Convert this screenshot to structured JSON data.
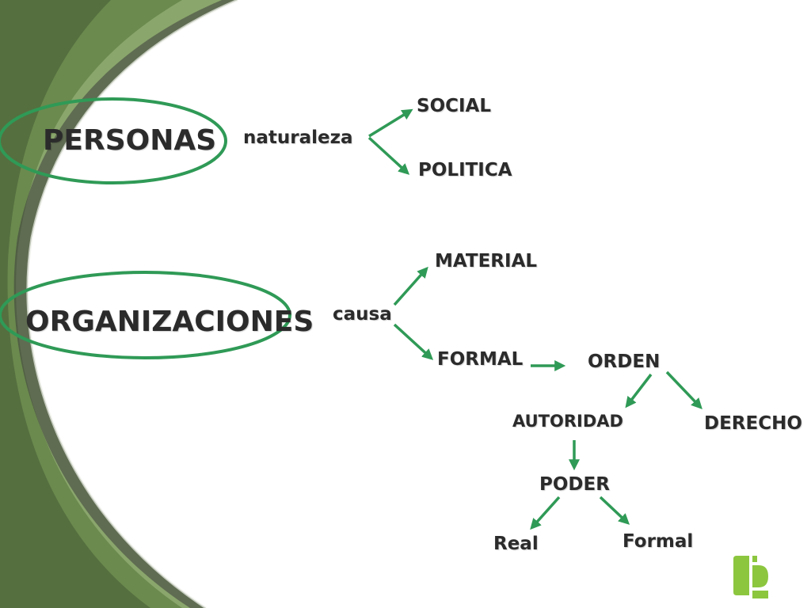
{
  "colors": {
    "accent_green": "#2f9a56",
    "dark_green": "#556f3f",
    "mid_green": "#6b8a4e",
    "light_green": "#8aa66c",
    "logo_green": "#8cc63f",
    "text": "#2b2b2b"
  },
  "diagram": {
    "personas": {
      "title": "PERSONAS",
      "relation": "naturaleza",
      "branches": [
        "SOCIAL",
        "POLITICA"
      ]
    },
    "organizaciones": {
      "title": "ORGANIZACIONES",
      "relation": "causa",
      "branches": [
        "MATERIAL",
        "FORMAL"
      ],
      "orden": {
        "label": "ORDEN",
        "children": [
          "AUTORIDAD",
          "DERECHO"
        ],
        "autoridad_child": "PODER",
        "poder_children": [
          "Real",
          "Formal"
        ]
      }
    }
  },
  "icons": {
    "logo": "p-logo-icon"
  }
}
